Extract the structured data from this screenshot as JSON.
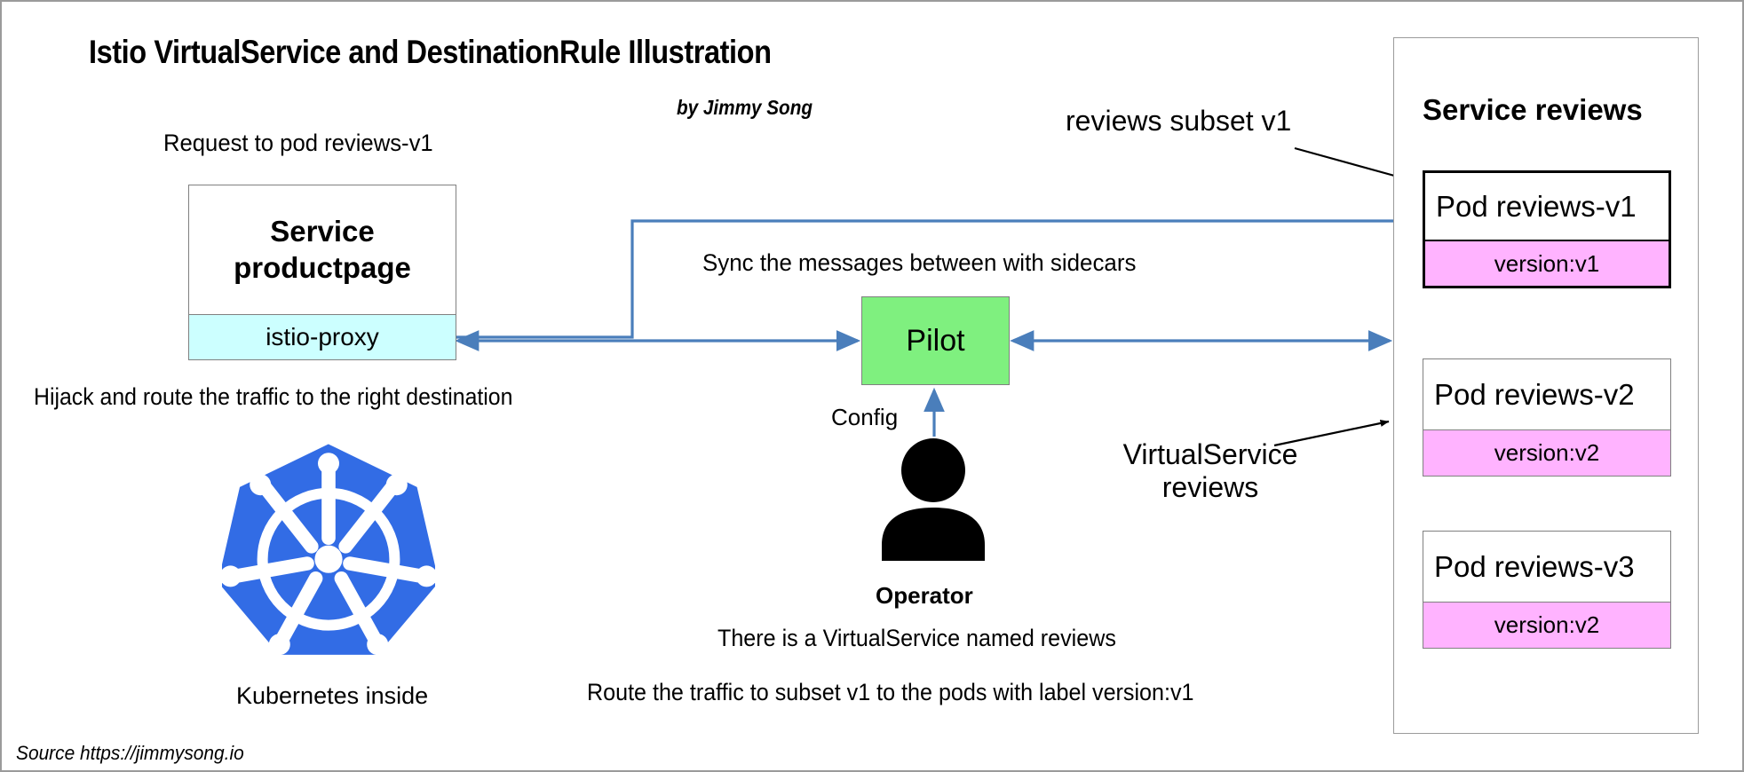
{
  "diagram": {
    "title": "Istio VirtualService and DestinationRule Illustration",
    "byline": "by Jimmy Song",
    "source": "Source https://jimmysong.io",
    "colors": {
      "sidecar_cyan": "#ccffff",
      "pilot_green": "#7ff07f",
      "version_pink": "#ffb3ff",
      "k8s_blue": "#326ce5",
      "arrow_blue": "#4a7ebb",
      "annotation_black": "#000000"
    }
  },
  "labels": {
    "request": "Request to pod reviews-v1",
    "hijack": "Hijack and route the traffic to the right destination",
    "sync": "Sync the messages between with sidecars",
    "config": "Config",
    "operator": "Operator",
    "kubernetes_inside": "Kubernetes inside",
    "reviews_subset": "reviews subset v1",
    "virtualservice_reviews": "VirtualService reviews",
    "note_line1": "There is a VirtualService named reviews",
    "note_line2": "Route the traffic to subset v1 to the pods with label version:v1"
  },
  "productpage": {
    "title_line1": "Service",
    "title_line2": "productpage",
    "sidecar": "istio-proxy"
  },
  "pilot": {
    "label": "Pilot"
  },
  "service_reviews": {
    "title": "Service reviews",
    "pods": [
      {
        "name": "Pod reviews-v1",
        "version": "version:v1",
        "highlighted": true
      },
      {
        "name": "Pod reviews-v2",
        "version": "version:v2",
        "highlighted": false
      },
      {
        "name": "Pod reviews-v3",
        "version": "version:v2",
        "highlighted": false
      }
    ]
  }
}
